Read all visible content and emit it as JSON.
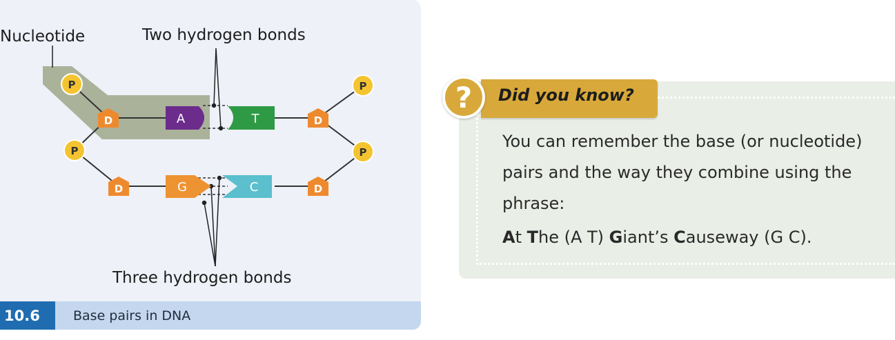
{
  "diagram": {
    "labels": {
      "nucleotide": "Nucleotide",
      "two_bonds": "Two hydrogen bonds",
      "three_bonds": "Three hydrogen bonds"
    },
    "phosphate": "P",
    "deoxyribose": "D",
    "bases": {
      "a": "A",
      "t": "T",
      "g": "G",
      "c": "C"
    },
    "colors": {
      "adenine": "#6b2c8c",
      "thymine": "#2f9a45",
      "guanine": "#ee9332",
      "cytosine": "#5bbfcd",
      "phosphate": "#f4c430",
      "deoxyribose": "#ee8a2e",
      "nucleotide_highlight": "#aab29a"
    }
  },
  "caption": {
    "number": "10.6",
    "title": "Base pairs in DNA"
  },
  "did_you_know": {
    "icon": "question-mark-icon",
    "title": "Did you know?",
    "body": "You can remember the base (or nucleotide) pairs and the way they combine using the phrase:",
    "mnemonic": {
      "a_bold": "A",
      "a_rest": "t ",
      "t_bold": "T",
      "t_rest": "he (A T) ",
      "g_bold": "G",
      "g_rest": "iant’s ",
      "c_bold": "C",
      "c_rest": "auseway (G C)."
    }
  }
}
